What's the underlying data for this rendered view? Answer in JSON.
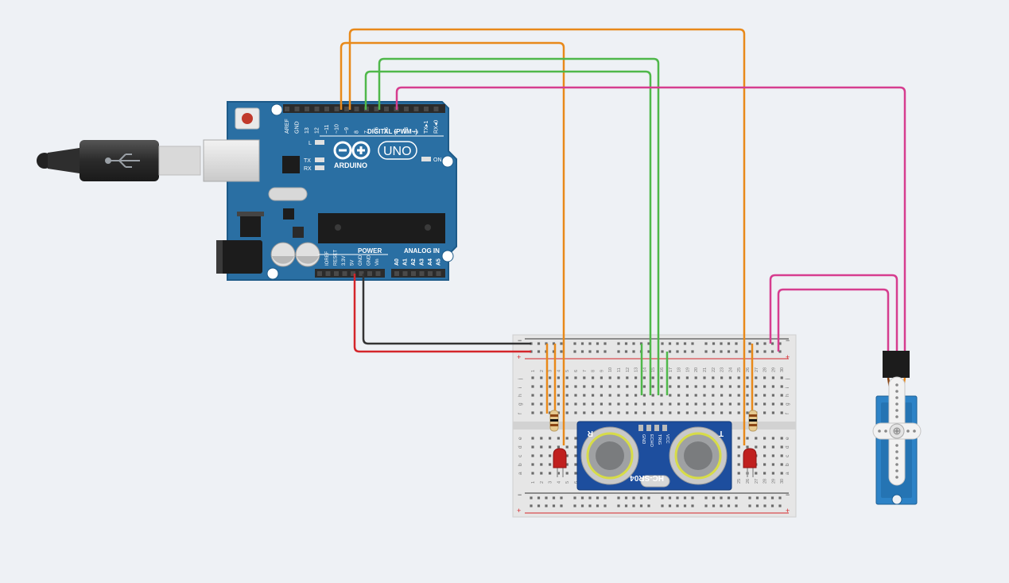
{
  "workspace": {
    "background": "#eef1f5"
  },
  "arduino": {
    "brand": "ARDUINO",
    "model": "UNO",
    "digital_header": "DIGITAL (PWM~)",
    "power_header": "POWER",
    "analog_header": "ANALOG IN",
    "on_label": "ON",
    "tx_label": "TX",
    "rx_label": "RX",
    "l_label": "L",
    "digital_pins": [
      "AREF",
      "GND",
      "13",
      "12",
      "~11",
      "~10",
      "~9",
      "8",
      "7",
      "~6",
      "~5",
      "4",
      "~3",
      "2",
      "TX▸1",
      "RX◂0"
    ],
    "power_pins": [
      "IOREF",
      "RESET",
      "3.3V",
      "5V",
      "GND",
      "GND",
      "Vin"
    ],
    "analog_pins": [
      "A0",
      "A1",
      "A2",
      "A3",
      "A4",
      "A5"
    ],
    "colors": {
      "board": "#2a6fa3",
      "board_edge": "#1d5a88",
      "header": "#2b2b2b"
    }
  },
  "breadboard": {
    "column_numbers": [
      "1",
      "2",
      "3",
      "4",
      "5",
      "6",
      "7",
      "8",
      "9",
      "10",
      "11",
      "12",
      "13",
      "14",
      "15",
      "16",
      "17",
      "18",
      "19",
      "20",
      "21",
      "22",
      "23",
      "24",
      "25",
      "26",
      "27",
      "28",
      "29",
      "30"
    ],
    "rows_top": [
      "j",
      "i",
      "h",
      "g",
      "f"
    ],
    "rows_bottom": [
      "e",
      "d",
      "c",
      "b",
      "a"
    ],
    "plus": "+",
    "minus": "−"
  },
  "sensor": {
    "model": "HC-SR04",
    "pins": [
      "VCC",
      "TRIG",
      "ECHO",
      "GND"
    ],
    "left_mark": "R",
    "right_mark": "T"
  },
  "wires": {
    "colors": {
      "orange": "#e8891a",
      "green": "#4fb84a",
      "magenta": "#d63d8f",
      "red": "#d4262b",
      "black": "#333333"
    }
  }
}
